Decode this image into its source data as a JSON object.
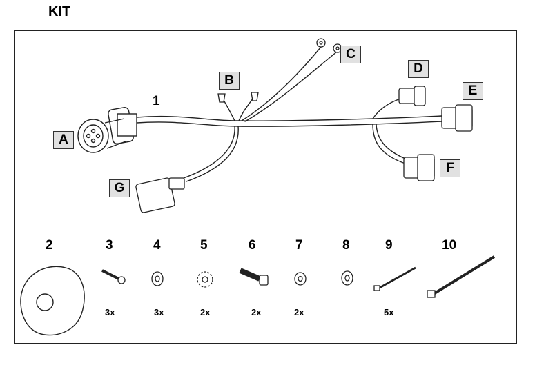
{
  "title": "KIT",
  "harness": {
    "number": "1",
    "connectors": [
      "A",
      "B",
      "C",
      "D",
      "E",
      "F",
      "G"
    ]
  },
  "parts": [
    {
      "number": "2",
      "qty": ""
    },
    {
      "number": "3",
      "qty": "3x"
    },
    {
      "number": "4",
      "qty": "3x"
    },
    {
      "number": "5",
      "qty": "2x"
    },
    {
      "number": "6",
      "qty": "2x"
    },
    {
      "number": "7",
      "qty": "2x"
    },
    {
      "number": "8",
      "qty": ""
    },
    {
      "number": "9",
      "qty": "5x"
    },
    {
      "number": "10",
      "qty": ""
    }
  ]
}
